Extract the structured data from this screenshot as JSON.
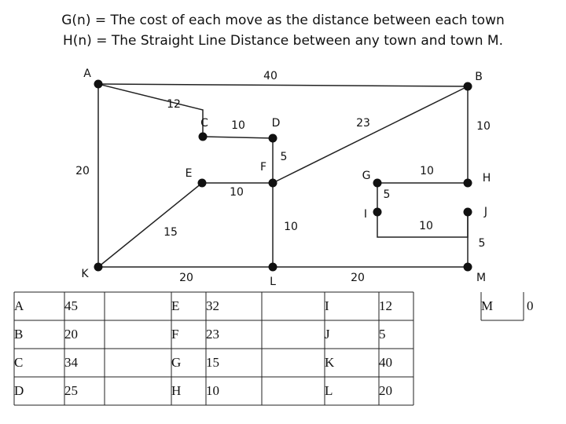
{
  "header": {
    "line1": "G(n) = The cost of each move as the distance between each town",
    "line2": "H(n) = The Straight Line Distance between any town and town M."
  },
  "colors": {
    "line": "#222222",
    "node": "#111111",
    "text": "#111111",
    "bg": "#ffffff"
  },
  "graph": {
    "nodes": [
      {
        "id": "A",
        "label": "A"
      },
      {
        "id": "B",
        "label": "B"
      },
      {
        "id": "C",
        "label": "C"
      },
      {
        "id": "D",
        "label": "D"
      },
      {
        "id": "E",
        "label": "E"
      },
      {
        "id": "F",
        "label": "F"
      },
      {
        "id": "G",
        "label": "G"
      },
      {
        "id": "H",
        "label": "H"
      },
      {
        "id": "I",
        "label": "I"
      },
      {
        "id": "J",
        "label": "J"
      },
      {
        "id": "K",
        "label": "K"
      },
      {
        "id": "L",
        "label": "L"
      },
      {
        "id": "M",
        "label": "M"
      }
    ],
    "edges": [
      {
        "id": "A-B",
        "from": "A",
        "to": "B",
        "cost": "40"
      },
      {
        "id": "A-C",
        "from": "A",
        "to": "C",
        "cost": "12"
      },
      {
        "id": "C-D",
        "from": "C",
        "to": "D",
        "cost": "10"
      },
      {
        "id": "D-F",
        "from": "D",
        "to": "F",
        "cost": "5"
      },
      {
        "id": "F-B",
        "from": "F",
        "to": "B",
        "cost": "23"
      },
      {
        "id": "B-H",
        "from": "B",
        "to": "H",
        "cost": "10"
      },
      {
        "id": "A-K",
        "from": "A",
        "to": "K",
        "cost": "20"
      },
      {
        "id": "E-F",
        "from": "E",
        "to": "F",
        "cost": "10"
      },
      {
        "id": "E-K",
        "from": "E",
        "to": "K",
        "cost": "15"
      },
      {
        "id": "F-L",
        "from": "F",
        "to": "L",
        "cost": "10"
      },
      {
        "id": "K-L",
        "from": "K",
        "to": "L",
        "cost": "20"
      },
      {
        "id": "G-H",
        "from": "G",
        "to": "H",
        "cost": "10"
      },
      {
        "id": "G-I",
        "from": "G",
        "to": "I",
        "cost": "5"
      },
      {
        "id": "I-J",
        "from": "I",
        "to": "J",
        "cost": "10"
      },
      {
        "id": "J-M",
        "from": "J",
        "to": "M",
        "cost": "5"
      },
      {
        "id": "L-M",
        "from": "L",
        "to": "M",
        "cost": "20"
      }
    ]
  },
  "heuristic_table": {
    "rows": [
      [
        {
          "name": "A",
          "value": "45"
        },
        {
          "name": "E",
          "value": "32"
        },
        {
          "name": "I",
          "value": "12"
        },
        {
          "name": "M",
          "value": "0"
        }
      ],
      [
        {
          "name": "B",
          "value": "20"
        },
        {
          "name": "F",
          "value": "23"
        },
        {
          "name": "J",
          "value": "5"
        }
      ],
      [
        {
          "name": "C",
          "value": "34"
        },
        {
          "name": "G",
          "value": "15"
        },
        {
          "name": "K",
          "value": "40"
        }
      ],
      [
        {
          "name": "D",
          "value": "25"
        },
        {
          "name": "H",
          "value": "10"
        },
        {
          "name": "L",
          "value": "20"
        }
      ]
    ]
  }
}
